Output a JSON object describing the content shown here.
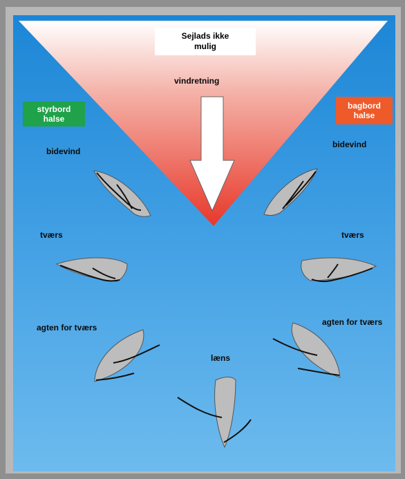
{
  "title": "Sejlads ikke mulig",
  "wind_label": "vindretning",
  "starboard_tack": "styrbord halse",
  "port_tack": "bagbord halse",
  "labels": {
    "left_closehauled": "bidevind",
    "right_closehauled": "bidevind",
    "left_beam": "tværs",
    "right_beam": "tværs",
    "left_broad": "agten for tværs",
    "right_broad": "agten for tværs",
    "running": "læns"
  },
  "colors": {
    "water_top": "#1c86d6",
    "water_bottom": "#6dbbee",
    "no_go_zone": "#e8382a",
    "starboard": "#1fa24a",
    "port": "#ee5a2a",
    "boat_hull": "#bcbcbc",
    "frame": "#8f8f8f"
  }
}
